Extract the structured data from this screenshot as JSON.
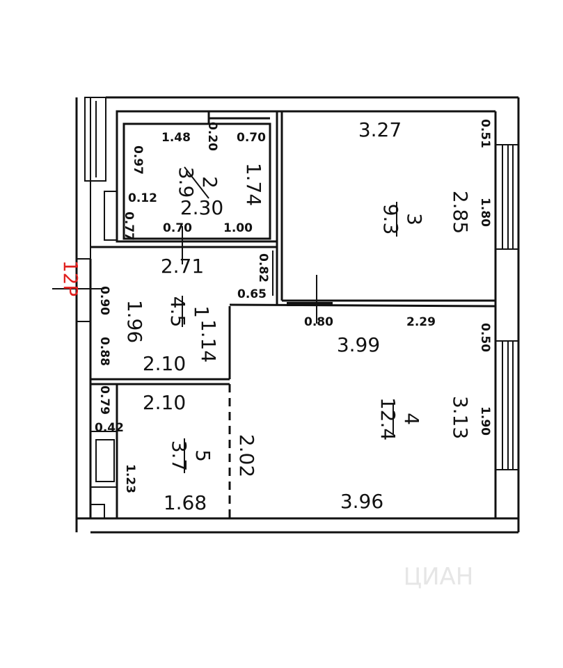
{
  "plan": {
    "corner_marker": "12Р",
    "watermark": "ЦИАН",
    "rooms": [
      {
        "number": "2",
        "area": "3.9"
      },
      {
        "number": "3",
        "area": "9.3"
      },
      {
        "number": "1",
        "area": "4.5"
      },
      {
        "number": "4",
        "area": "12.4"
      },
      {
        "number": "5",
        "area": "3.7"
      }
    ],
    "dims": {
      "d_148": "1.48",
      "d_020": "0.20",
      "d_070a": "0.70",
      "d_097": "0.97",
      "d_174": "1.74",
      "d_230": "2.30",
      "d_012": "0.12",
      "d_077": "0.77",
      "d_070b": "0.70",
      "d_100": "1.00",
      "d_327": "3.27",
      "d_051": "0.51",
      "d_180": "1.80",
      "d_285": "2.85",
      "d_271": "2.71",
      "d_082": "0.82",
      "d_065": "0.65",
      "d_090": "0.90",
      "d_196": "1.96",
      "d_114": "1.14",
      "d_088": "0.88",
      "d_210a": "2.10",
      "d_080": "0.80",
      "d_229": "2.29",
      "d_050": "0.50",
      "d_399": "3.99",
      "d_190": "1.90",
      "d_313": "3.13",
      "d_202": "2.02",
      "d_396": "3.96",
      "d_210b": "2.10",
      "d_079": "0.79",
      "d_042": "0.42",
      "d_123": "1.23",
      "d_168": "1.68"
    }
  }
}
